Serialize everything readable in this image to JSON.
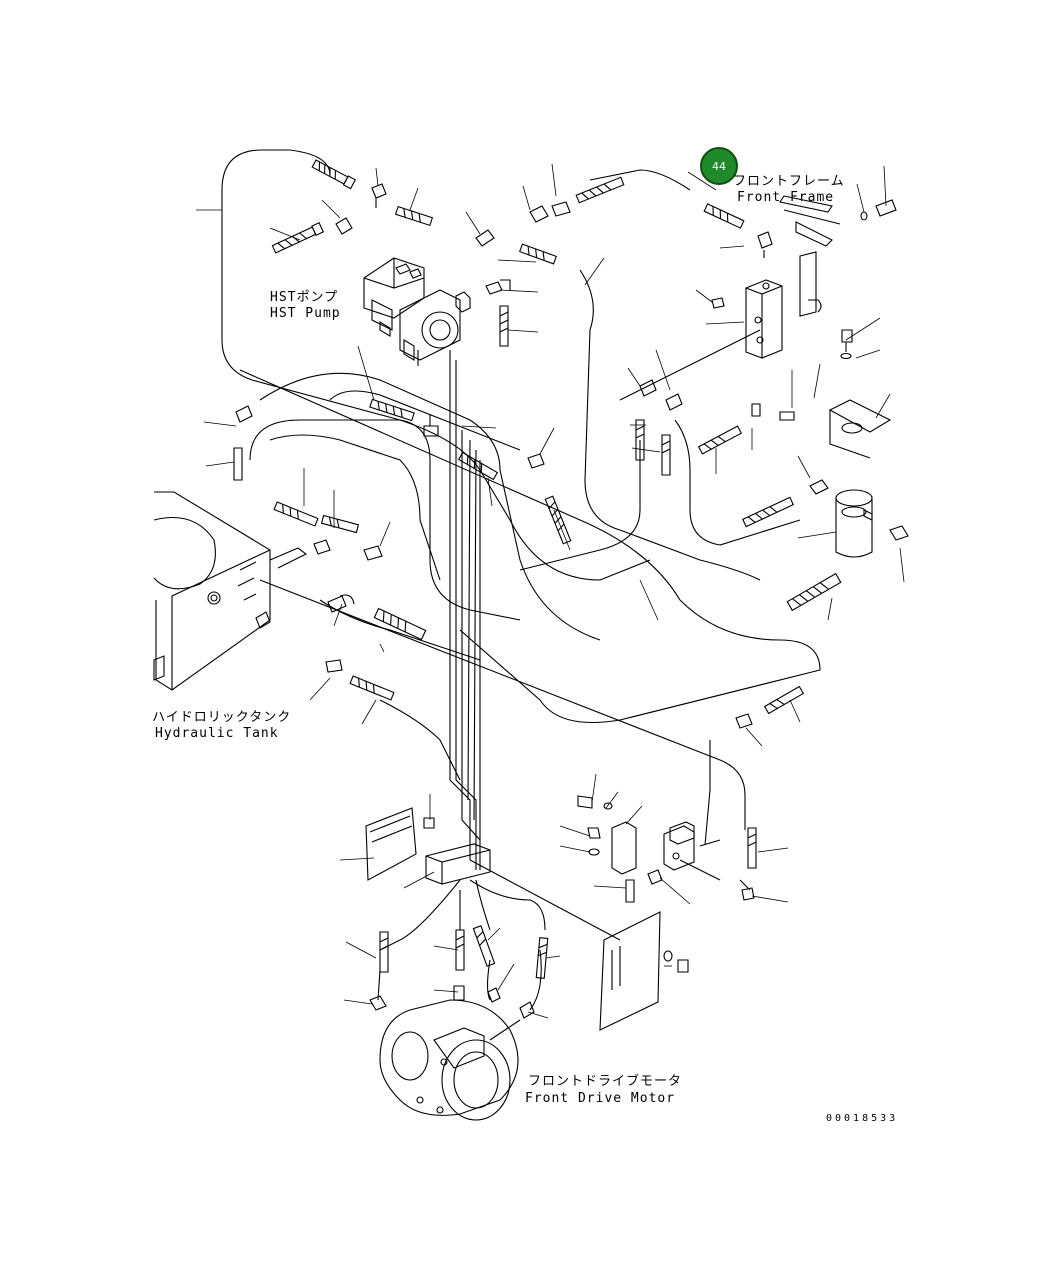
{
  "callout": {
    "number": "44",
    "color": "#1f8a2a"
  },
  "labels": {
    "front_frame_jp": "フロントフレーム",
    "front_frame_en": "Front Frame",
    "hst_pump_jp": "HSTポンプ",
    "hst_pump_en": "HST Pump",
    "hydraulic_tank_jp": "ハイドロリックタンク",
    "hydraulic_tank_en": "Hydraulic Tank",
    "front_drive_motor_jp": "フロントドライブモータ",
    "front_drive_motor_en": "Front Drive Motor"
  },
  "drawing_code": "00018533"
}
